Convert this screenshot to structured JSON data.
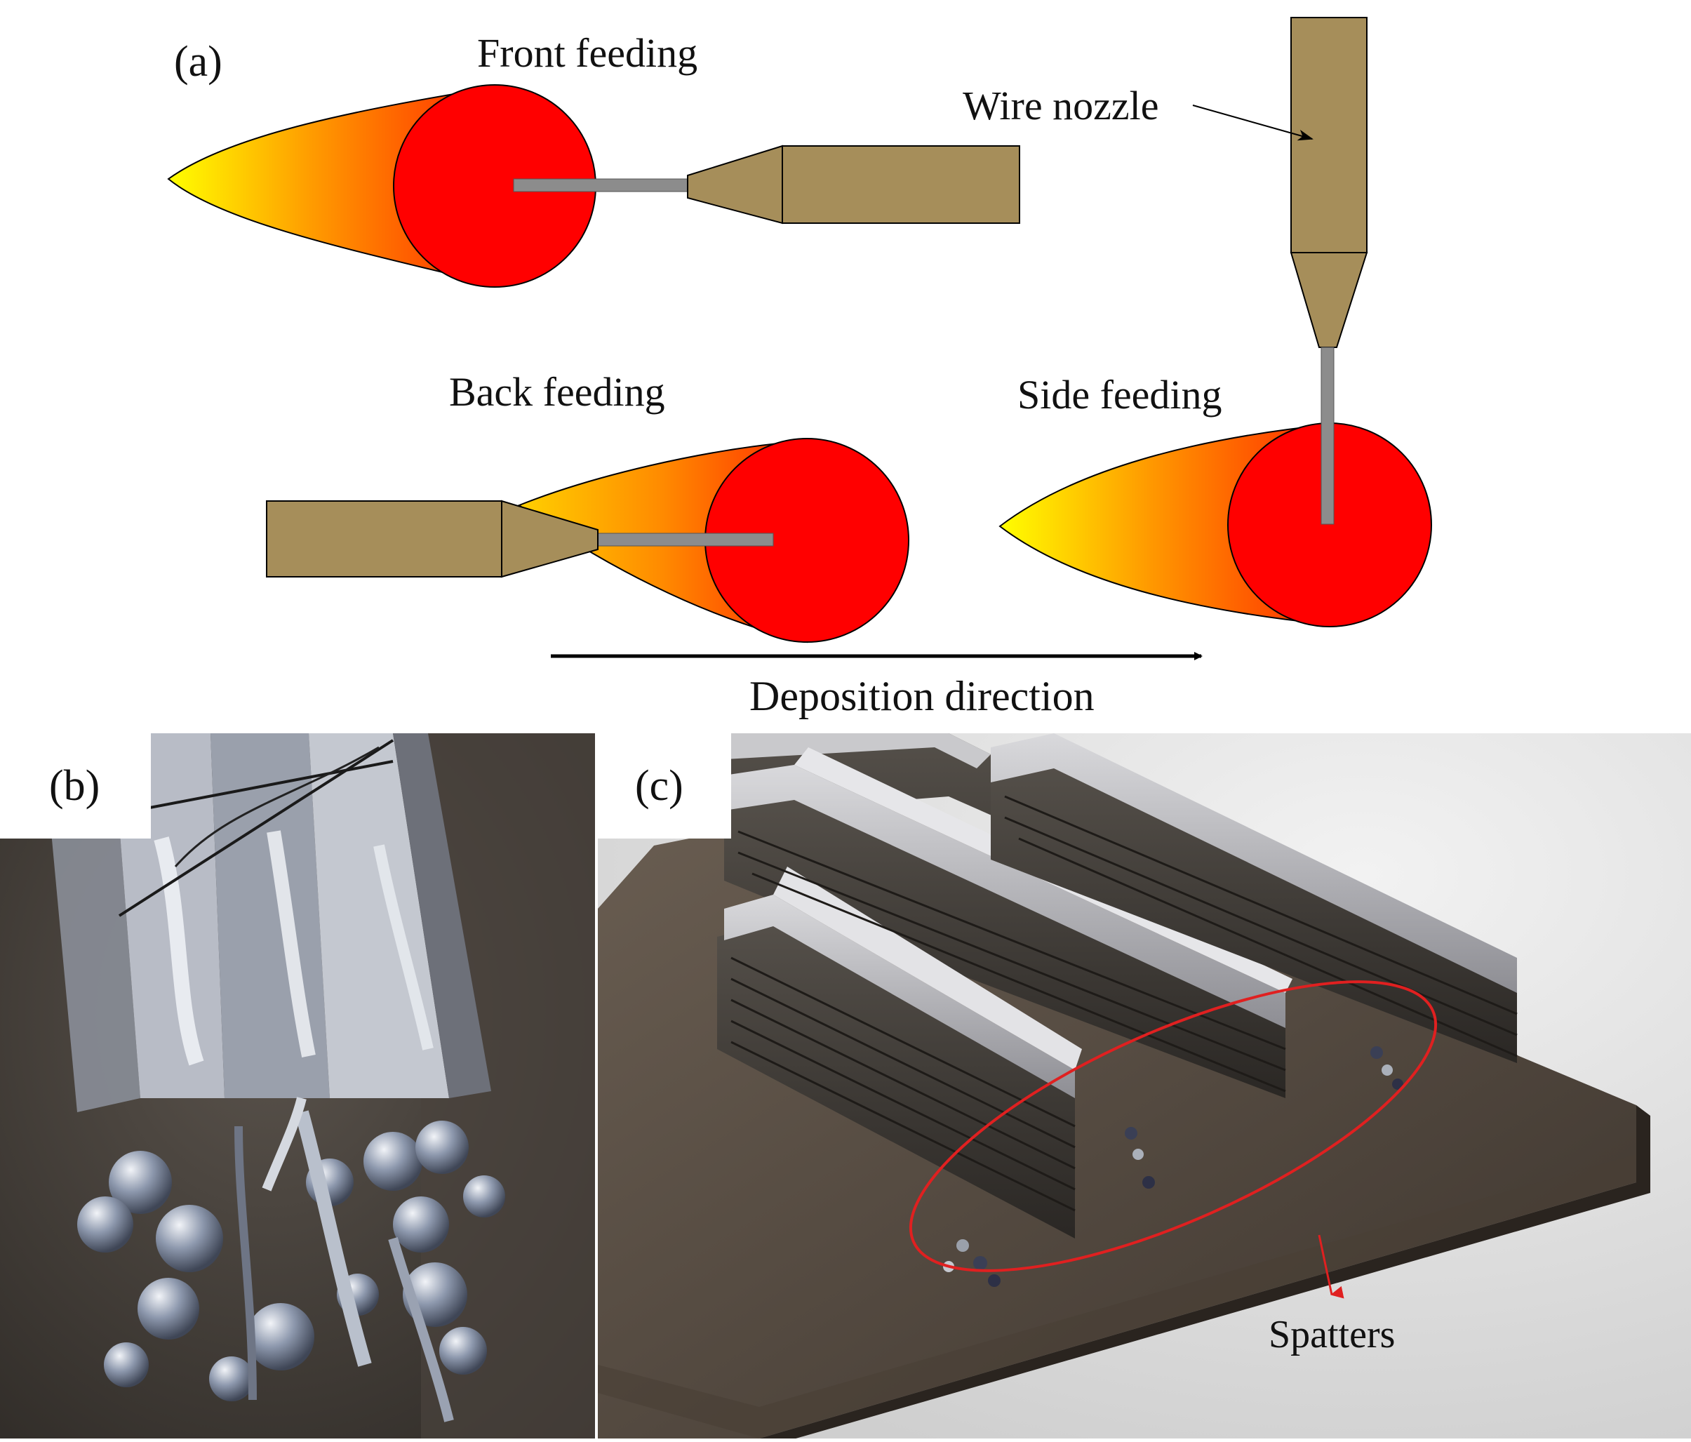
{
  "panel_a": {
    "tag": "(a)",
    "front_feeding": "Front feeding",
    "back_feeding": "Back feeding",
    "side_feeding": "Side feeding",
    "wire_nozzle": "Wire nozzle",
    "deposition_direction": "Deposition direction"
  },
  "panel_b": {
    "tag": "(b)"
  },
  "panel_c": {
    "tag": "(c)",
    "spatters": "Spatters"
  },
  "colors": {
    "nozzle": "#A68E5A",
    "melt_pool": "#FF0000",
    "tail_start": "#FFFF00",
    "wire": "#8C8C8C",
    "spatter_marker": "#E02020"
  }
}
